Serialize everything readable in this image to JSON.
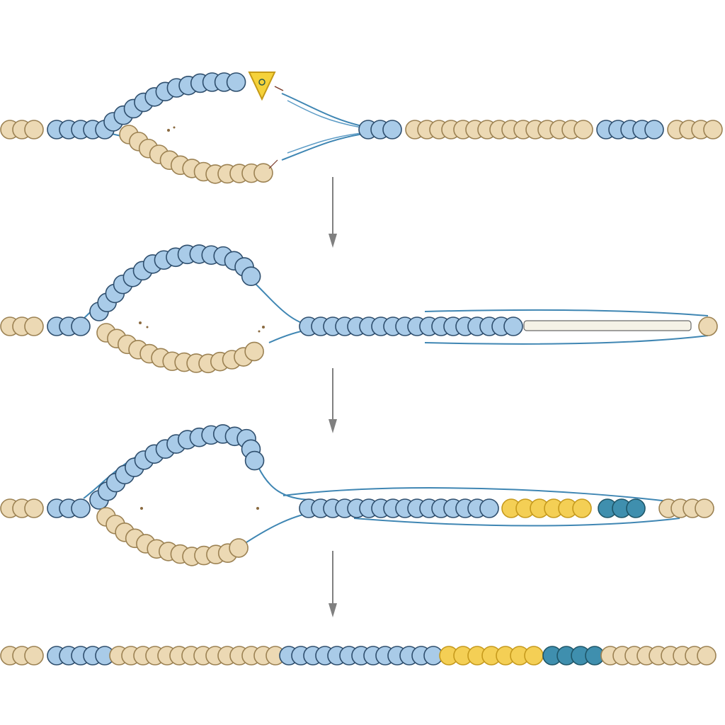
{
  "diagram": {
    "panels": [
      {
        "id": "panel-1",
        "description_visible_text": ""
      },
      {
        "id": "panel-2",
        "description_visible_text": ""
      },
      {
        "id": "panel-3",
        "description_visible_text": ""
      },
      {
        "id": "panel-4",
        "description_visible_text": ""
      }
    ],
    "colors": {
      "tan_bead": "#ecd9b4",
      "blue_bead": "#a9cbe8",
      "yellow_bead": "#f4cf55",
      "teal_bead": "#3f8fae",
      "strand_line": "#3f86b3",
      "arrow": "#808080",
      "probe_marker": "#f5d23a"
    },
    "icons": [
      "triangle-marker-icon",
      "down-arrow-icon"
    ]
  }
}
